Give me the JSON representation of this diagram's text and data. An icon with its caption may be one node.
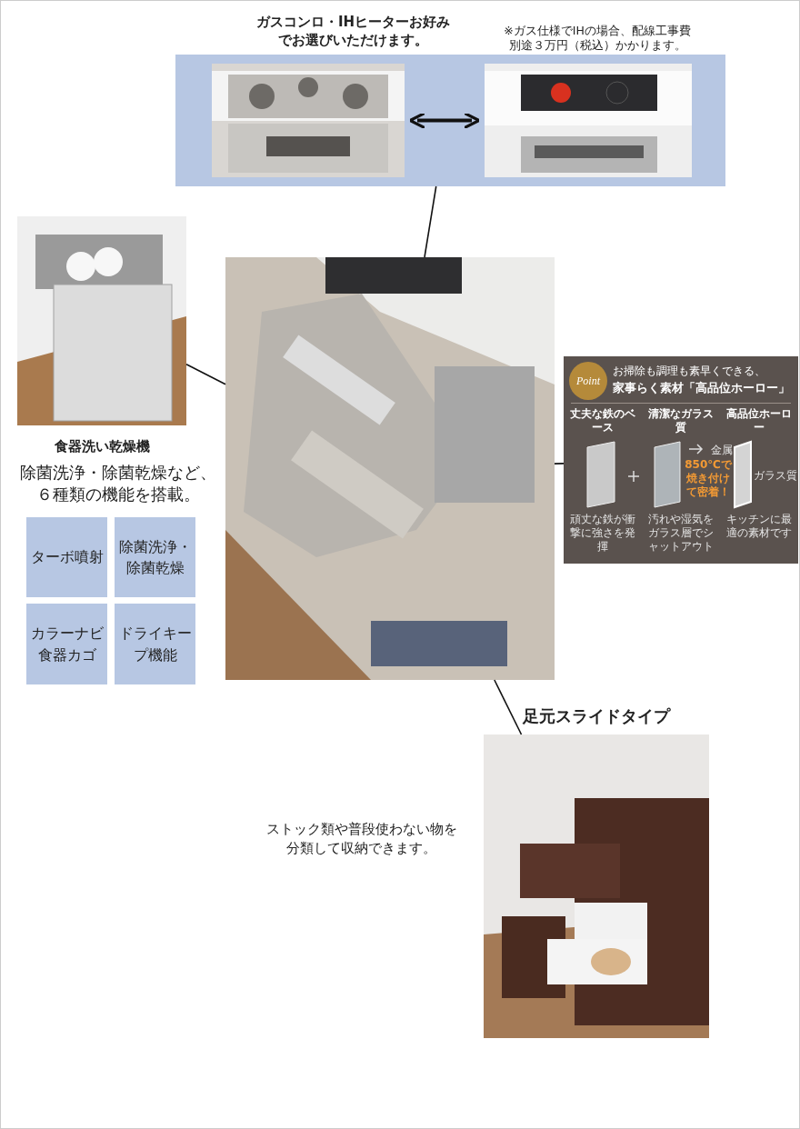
{
  "diagram": {
    "nodes": [
      {
        "text": [
          "ガスコンロ・IHヒーターお好みでお選びいただけます。",
          "※ガス仕様でIHの場合、配線工事費別途３万円（税込）かかります。"
        ]
      },
      {
        "text": [],
        "shape": "picture",
        "in": 0
      },
      {
        "text": [],
        "shape": "picture",
        "in": 0
      },
      {
        "text": [],
        "shape": "picture"
      },
      {
        "text": [],
        "shape": "picture",
        "beside": [
          "食器洗い乾燥機",
          "除菌洗浄・除菌乾燥など、６種類の機能を搭載。"
        ]
      },
      {
        "text": [
          "ターボ噴射"
        ]
      },
      {
        "text": [
          "除菌洗浄・除菌乾燥"
        ]
      },
      {
        "text": [
          "カラーナビ食器カゴ"
        ]
      },
      {
        "text": [
          "ドライキープ機能"
        ]
      },
      {
        "text": [
          "Point",
          "お掃除も調理も素早くできる、",
          "家事らく素材「高品位ホーロー」",
          "丈夫な鉄のベース",
          "清潔なガラス質",
          "高品位ホーロー",
          "金属",
          "ガラス質",
          "850℃で焼き付けて密着！",
          "頑丈な鉄が衝撃に強さを発揮",
          "汚れや湿気をガラス層でシャットアウト",
          "キッチンに最適の素材です"
        ]
      },
      {
        "text": [],
        "shape": "picture",
        "beside": [
          "足元スライドタイプ",
          "ストック類や普段使わない物を分類して収納できます。"
        ]
      }
    ],
    "edges": [
      {
        "from": 1,
        "to": 2,
        "arrow": "both",
        "style": "thick"
      },
      {
        "from": 0,
        "to": 3,
        "arrow": "none"
      },
      {
        "from": 4,
        "to": 3,
        "arrow": "none"
      },
      {
        "from": 9,
        "to": 3,
        "arrow": "none"
      },
      {
        "from": 3,
        "to": 10,
        "arrow": "none"
      }
    ]
  }
}
